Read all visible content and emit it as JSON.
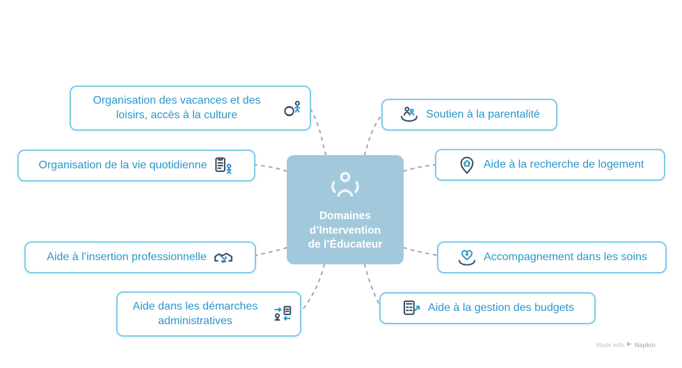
{
  "title": "Domaines d’Intervention de l’Éducateur",
  "center": {
    "line1": "Domaines",
    "line2": "d’Intervention",
    "line3": "de l’Éducateur",
    "icon": "educator-person-open-arms-icon"
  },
  "nodes": [
    {
      "label": "Organisation des vacances et des loisirs, accès à la culture",
      "icon": "leisure-culture-icon",
      "side": "left"
    },
    {
      "label": "Organisation de la vie quotidienne",
      "icon": "daily-life-checklist-icon",
      "side": "left"
    },
    {
      "label": "Aide à l’insertion professionnelle",
      "icon": "handshake-icon",
      "side": "left"
    },
    {
      "label": "Aide dans les démarches administratives",
      "icon": "admin-documents-icon",
      "side": "left"
    },
    {
      "label": "Soutien à la parentalité",
      "icon": "parenting-support-icon",
      "side": "right"
    },
    {
      "label": "Aide à la recherche de logement",
      "icon": "housing-pin-icon",
      "side": "right"
    },
    {
      "label": "Accompagnement dans les soins",
      "icon": "care-heart-icon",
      "side": "right"
    },
    {
      "label": "Aide à la gestion des budgets",
      "icon": "budget-calculator-icon",
      "side": "right"
    }
  ],
  "watermark": {
    "made_with": "Made with",
    "brand": "Napkin"
  },
  "colors": {
    "background": "#ffffff",
    "node_border": "#7ecbea",
    "node_text": "#2a96c8",
    "center_fill": "#a2c8db",
    "center_text": "#ffffff",
    "connector": "#9aa7b2",
    "icon_main": "#344a5e",
    "icon_accent": "#2a96c8",
    "watermark_text": "#bfc9d2"
  }
}
